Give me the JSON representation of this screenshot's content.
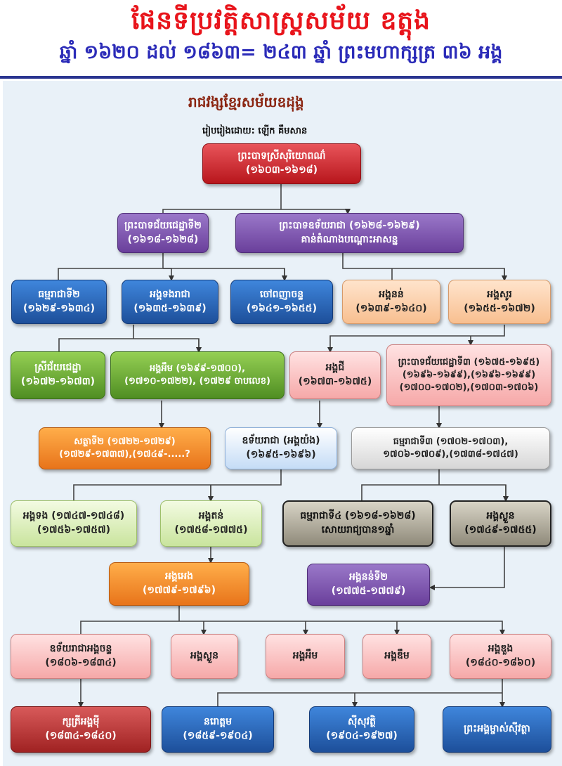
{
  "banner": {
    "title": "ផែនទីប្រវត្តិសាស្រ្តសម័យ ឧត្តុង",
    "subtitle": "ឆ្នាំ ១៦២០ ដល់ ១៨៦៣= ២៤៣ ឆ្នាំ ព្រះមហាក្សត្រ ៣៦ អង្គ"
  },
  "chart": {
    "title": "រាជវង្សខ្មែរសម័យឧដុង្គ",
    "byline": "រៀបរៀងដោយ: ឡើក គឹមសាន"
  },
  "nodes": {
    "n1": {
      "l1": "ព្រះបាទស្រីសុរិយោពណ៌",
      "l2": "(១៦០៣-១៦១៨)"
    },
    "n2": {
      "l1": "ព្រះបាទជ័យជេដ្ឋាទី២",
      "l2": "(១៦១៨-១៦២៨)"
    },
    "n3": {
      "l1": "ព្រះបាទឧទ័យរាជា (១៦២៨-១៦២៩)",
      "l2": "គាន់តំណាងបណ្ដោះអាសន្ន"
    },
    "n4": {
      "l1": "ធម្មរាជាទី២",
      "l2": "(១៦២៩-១៦៣៤)"
    },
    "n5": {
      "l1": "អង្គទងរាជា",
      "l2": "(១៦៣៥-១៦៣៩)"
    },
    "n6": {
      "l1": "ចៅពញាចន្ទ",
      "l2": "(១៦៤១-១៦៥៥)"
    },
    "n7": {
      "l1": "អង្គនន់",
      "l2": "(១៦៣៩-១៦៤០)"
    },
    "n8": {
      "l1": "អង្គសូរ",
      "l2": "(១៦៥៥-១៦៧២)"
    },
    "n9": {
      "l1": "ស្រីជ័យជេដ្ឋា",
      "l2": "(១៦៧២-១៦៧៣)"
    },
    "n10": {
      "l1": "អង្គអឹម (១៦៩៩-១៧០០),",
      "l2": "(១៧១០-១៧២២), (១៧២៩ ចាបលេខ)"
    },
    "n11": {
      "l1": "អង្គជី",
      "l2": "(១៦៧៣-១៦៧៥)"
    },
    "n12": {
      "l1": "ព្រះបាទជ័យជេដ្ឋាទី៣ (១៦៧៥-១៦៩៥)",
      "l2": "(១៦៩៦-១៦៩៩),(១៦៩៦-១៦៩៩)",
      "l3": "(១៧០០-១៧០២),(១៧០៣-១៧០៦)"
    },
    "n13": {
      "l1": "សត្ថាទី២ (១៧២២-១៧២៩)",
      "l2": "(១៧២៩-១៧៣៧),(១៧៤៩-.....?"
    },
    "n14": {
      "l1": "ឧទ័យរាជា (អង្គយ៉ង)",
      "l2": "(១៦៩៥-១៦៩៦)"
    },
    "n15": {
      "l1": "ធម្មរាជាទី៣ (១៧០២-១៧០៣),",
      "l2": "១៧០៦-១៧០៩),(១៧៣៨-១៧៤៧)"
    },
    "n16": {
      "l1": "អង្គទង (១៧៤៧-១៧៤៨)",
      "l2": "(១៧៥៦-១៧៥៧)"
    },
    "n17": {
      "l1": "អង្គតន់",
      "l2": "(១៧៥៨-១៧៧៥)"
    },
    "n18": {
      "l1": "ធម្មរាជាទី៤ (១៦១៨-១៦២៨)",
      "l2": "សោយរាជ្យបាន១ឆ្នាំ"
    },
    "n19": {
      "l1": "អង្គស្ងួន",
      "l2": "(១៧៤៩-១៧៥៥)"
    },
    "n20": {
      "l1": "អង្គអេង",
      "l2": "(១៧៧៩-១៧៩៦)"
    },
    "n21": {
      "l1": "អង្គនន់ទី២",
      "l2": "(១៧៧៥-១៧៧៩)"
    },
    "n22": {
      "l1": "ឧទ័យរាជាអង្គចន្ទ",
      "l2": "(១៨០៦-១៨៣៤)"
    },
    "n23": {
      "l1": "អង្គស្ងួន"
    },
    "n24": {
      "l1": "អង្គអឹម"
    },
    "n25": {
      "l1": "អង្គឌឹម"
    },
    "n26": {
      "l1": "អង្គឌួង",
      "l2": "(១៨៤០-១៨៦០)"
    },
    "n27": {
      "l1": "ក្សត្រីអង្គម៉ី",
      "l2": "(១៨៣៤-១៨៤០)"
    },
    "n28": {
      "l1": "នរោត្តម",
      "l2": "(១៨៥៩-១៩០៤)"
    },
    "n29": {
      "l1": "ស៊ីសុវត្ថិ",
      "l2": "(១៩០៤-១៩២៧)"
    },
    "n30": {
      "l1": "ព្រះអង្គម្ចាស់ស៊ីវត្ថា"
    }
  }
}
